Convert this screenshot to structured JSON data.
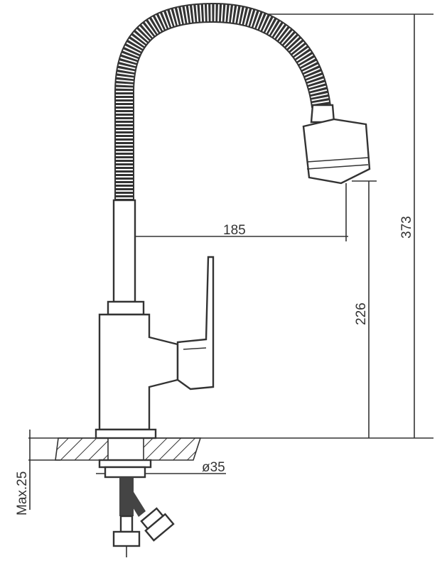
{
  "title": "Kitchen faucet with flexible spout – dimension drawing",
  "dimensions": {
    "spout_reach": "185",
    "spout_height": "226",
    "total_height": "373",
    "mount_hole": "ø35",
    "max_counter_thickness": "Max.25"
  },
  "colors": {
    "line": "#333333",
    "hose": "#555555"
  }
}
